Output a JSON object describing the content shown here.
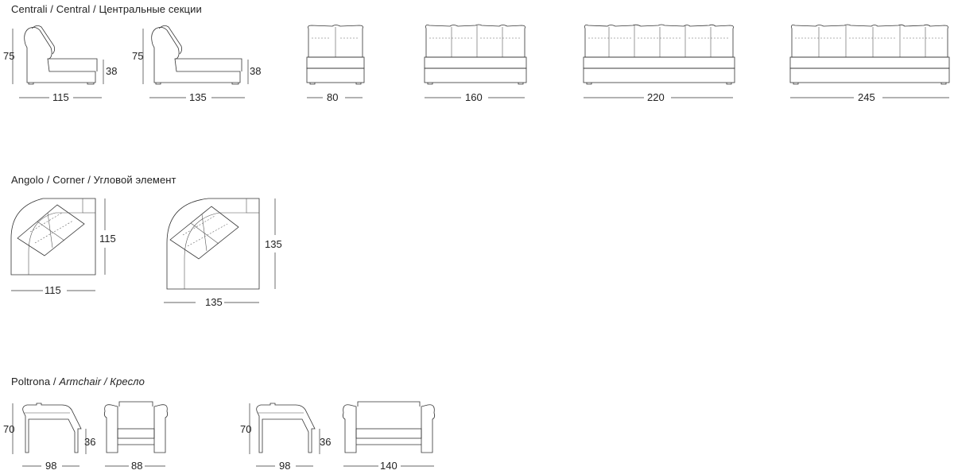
{
  "sections": {
    "central": {
      "title": "Centrali / Central / Центральные секции",
      "modules": [
        {
          "height": "75",
          "seat": "38",
          "depth": "115"
        },
        {
          "height": "75",
          "seat": "38",
          "depth": "135"
        },
        {
          "width": "80"
        },
        {
          "width": "160"
        },
        {
          "width": "220"
        },
        {
          "width": "245"
        }
      ]
    },
    "corner": {
      "title": "Angolo / Corner / Угловой элемент",
      "modules": [
        {
          "width": "115",
          "depth": "115"
        },
        {
          "width": "135",
          "depth": "135"
        }
      ]
    },
    "armchair": {
      "title_plain": "Poltrona / ",
      "title_italic": "Armchair / Кресло",
      "modules": [
        {
          "height": "70",
          "seat": "36",
          "depth": "98"
        },
        {
          "width": "88"
        },
        {
          "height": "70",
          "seat": "36",
          "depth": "98"
        },
        {
          "width": "140"
        }
      ]
    }
  },
  "colors": {
    "line": "#333333",
    "background": "#ffffff"
  }
}
